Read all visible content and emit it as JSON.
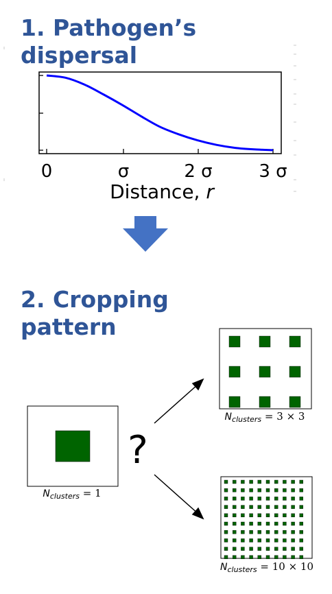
{
  "section1": {
    "title_line1": "1. Pathogen’s",
    "title_line2": "dispersal",
    "plot": {
      "tick_labels": [
        "0",
        "σ",
        "2 σ",
        "3 σ"
      ],
      "xlabel_text": "Distance, ",
      "xlabel_var": "r",
      "curve_color": "#0000ff"
    }
  },
  "arrow": {
    "color": "#4472c4",
    "icon": "down-arrow-icon"
  },
  "section2": {
    "title_line1": "2. Cropping",
    "title_line2": "pattern",
    "question_mark": "?",
    "field_color": "#006400",
    "single": {
      "n_label": "N",
      "n_sub": "clusters",
      "n_value": " = 1",
      "grid": 1
    },
    "medium": {
      "n_label": "N",
      "n_sub": "clusters",
      "n_value": " = 3 × 3",
      "grid": 3
    },
    "fine": {
      "n_label": "N",
      "n_sub": "clusters",
      "n_value": " = 10 × 10",
      "grid": 10
    }
  },
  "chart_data": {
    "type": "line",
    "title": "",
    "xlabel": "Distance, r",
    "ylabel": "",
    "xtick_labels": [
      "0",
      "σ",
      "2 σ",
      "3 σ"
    ],
    "xlim": [
      0,
      3
    ],
    "series": [
      {
        "x": [
          0,
          0.25,
          0.5,
          0.75,
          1.0,
          1.25,
          1.5,
          1.75,
          2.0,
          2.25,
          2.5,
          2.75,
          3.0
        ],
        "y": [
          1.0,
          0.97,
          0.88,
          0.75,
          0.61,
          0.46,
          0.32,
          0.22,
          0.14,
          0.08,
          0.04,
          0.02,
          0.01
        ]
      }
    ]
  }
}
